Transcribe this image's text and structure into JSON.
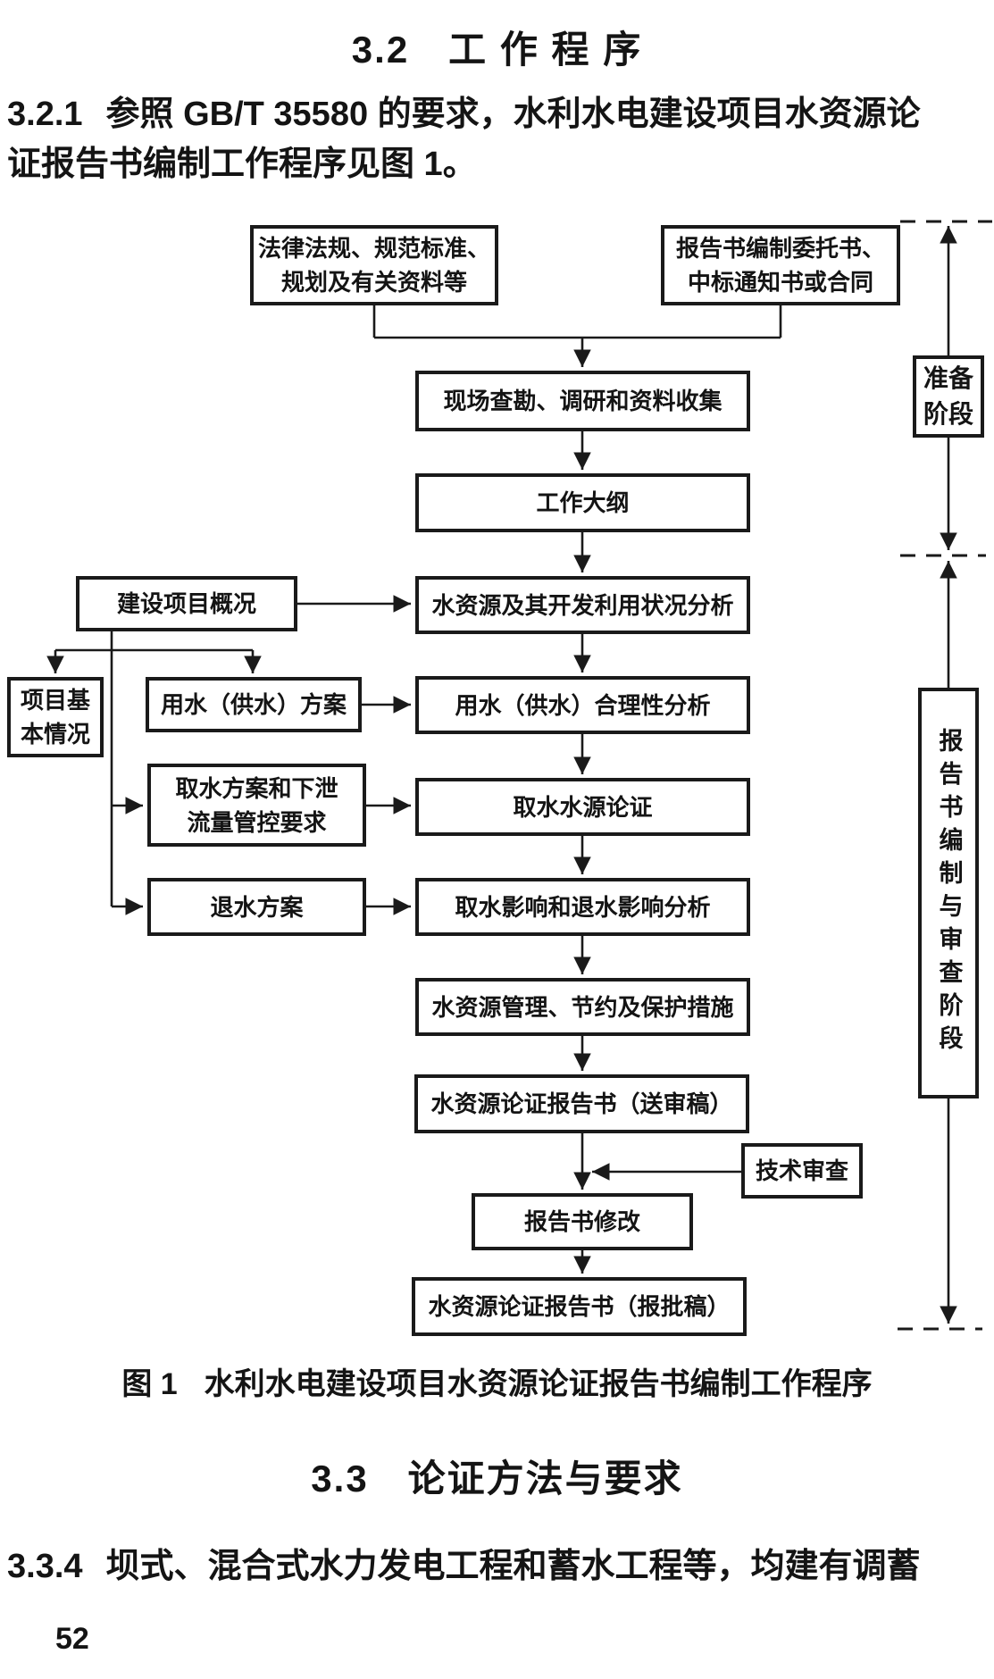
{
  "page": {
    "heading_32": "3.2　工 作 程 序",
    "para_321": {
      "label": "3.2.1",
      "line1": "参照 GB/T 35580 的要求，水利水电建设项目水资源论",
      "line2": "证报告书编制工作程序见图 1。"
    },
    "figure_caption": {
      "label": "图 1",
      "text": "水利水电建设项目水资源论证报告书编制工作程序"
    },
    "heading_33": "3.3　论证方法与要求",
    "para_334": {
      "label": "3.3.4",
      "text": "坝式、混合式水力发电工程和蓄水工程等，均建有调蓄"
    },
    "page_number": "52"
  },
  "flowchart": {
    "box_legal": {
      "line1": "法律法规、规范标准、",
      "line2": "规划及有关资料等"
    },
    "box_commission": {
      "line1": "报告书编制委托书、",
      "line2": "中标通知书或合同"
    },
    "box_site_survey": "现场查勘、调研和资料收集",
    "box_work_outline": "工作大纲",
    "box_project_overview": "建设项目概况",
    "box_water_analysis": "水资源及其开发利用状况分析",
    "box_project_basic": {
      "line1": "项目基",
      "line2": "本情况"
    },
    "box_water_use_plan": "用水（供水）方案",
    "box_water_use_analysis": "用水（供水）合理性分析",
    "box_intake_plan": {
      "line1": "取水方案和下泄",
      "line2": "流量管控要求"
    },
    "box_intake_source": "取水水源论证",
    "box_drainage_plan": "退水方案",
    "box_impact_analysis": "取水影响和退水影响分析",
    "box_management": "水资源管理、节约及保护措施",
    "box_report_draft": "水资源论证报告书（送审稿）",
    "box_tech_review": "技术审查",
    "box_report_revision": "报告书修改",
    "box_report_final": "水资源论证报告书（报批稿）",
    "stage_prepare": {
      "line1": "准备",
      "line2": "阶段"
    },
    "stage_compile": "报告书编制与审查阶段",
    "ink_color": "#1a1a1a"
  }
}
